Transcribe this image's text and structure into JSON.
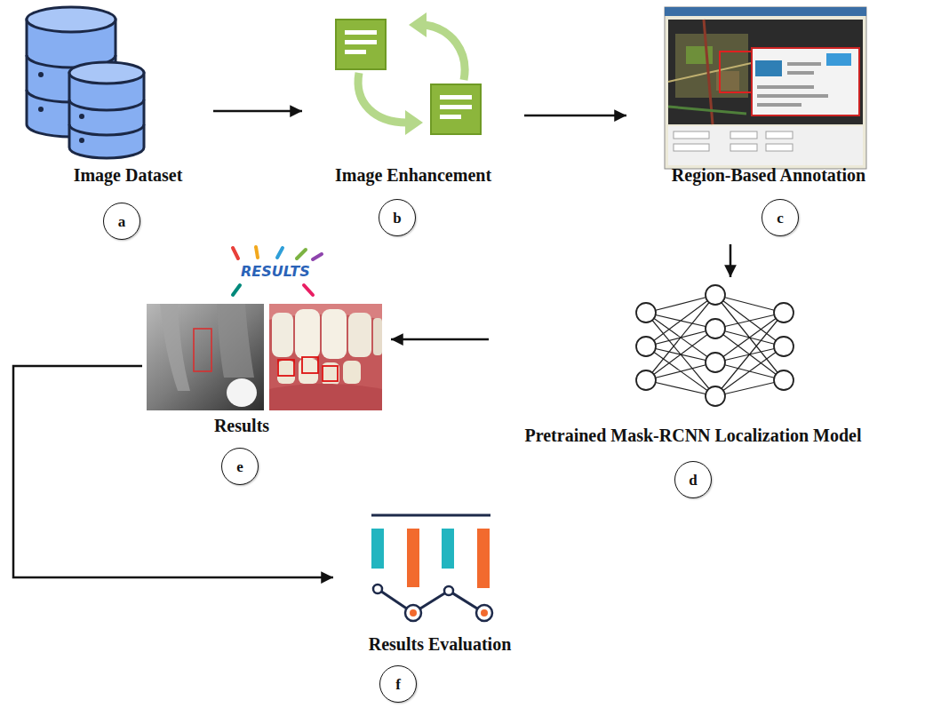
{
  "diagram": {
    "nodes": [
      {
        "text": [
          "Image Dataset"
        ]
      },
      {
        "text": [
          "a"
        ],
        "in": 0
      },
      {
        "text": [
          "Image Enhancement"
        ]
      },
      {
        "text": [
          "b"
        ],
        "in": 2
      },
      {
        "text": [
          "Region-Based Annotation"
        ]
      },
      {
        "text": [
          "c"
        ],
        "in": 4
      },
      {
        "text": [
          "Pretrained Mask-RCNN Localization Model"
        ]
      },
      {
        "text": [
          "d"
        ],
        "in": 6
      },
      {
        "text": [
          "Results"
        ]
      },
      {
        "text": [
          "e"
        ],
        "in": 8
      },
      {
        "text": [
          "Results Evaluation"
        ]
      },
      {
        "text": [
          "f"
        ],
        "in": 10
      }
    ],
    "edges": [
      {
        "from": 0,
        "to": 2,
        "arrow": "to"
      },
      {
        "from": 2,
        "to": 4,
        "arrow": "to"
      },
      {
        "from": 4,
        "to": 6,
        "arrow": "to"
      },
      {
        "from": 6,
        "to": 8,
        "arrow": "to"
      },
      {
        "from": 8,
        "to": 10,
        "arrow": "to"
      }
    ],
    "labels": [
      "RESULTS"
    ]
  }
}
